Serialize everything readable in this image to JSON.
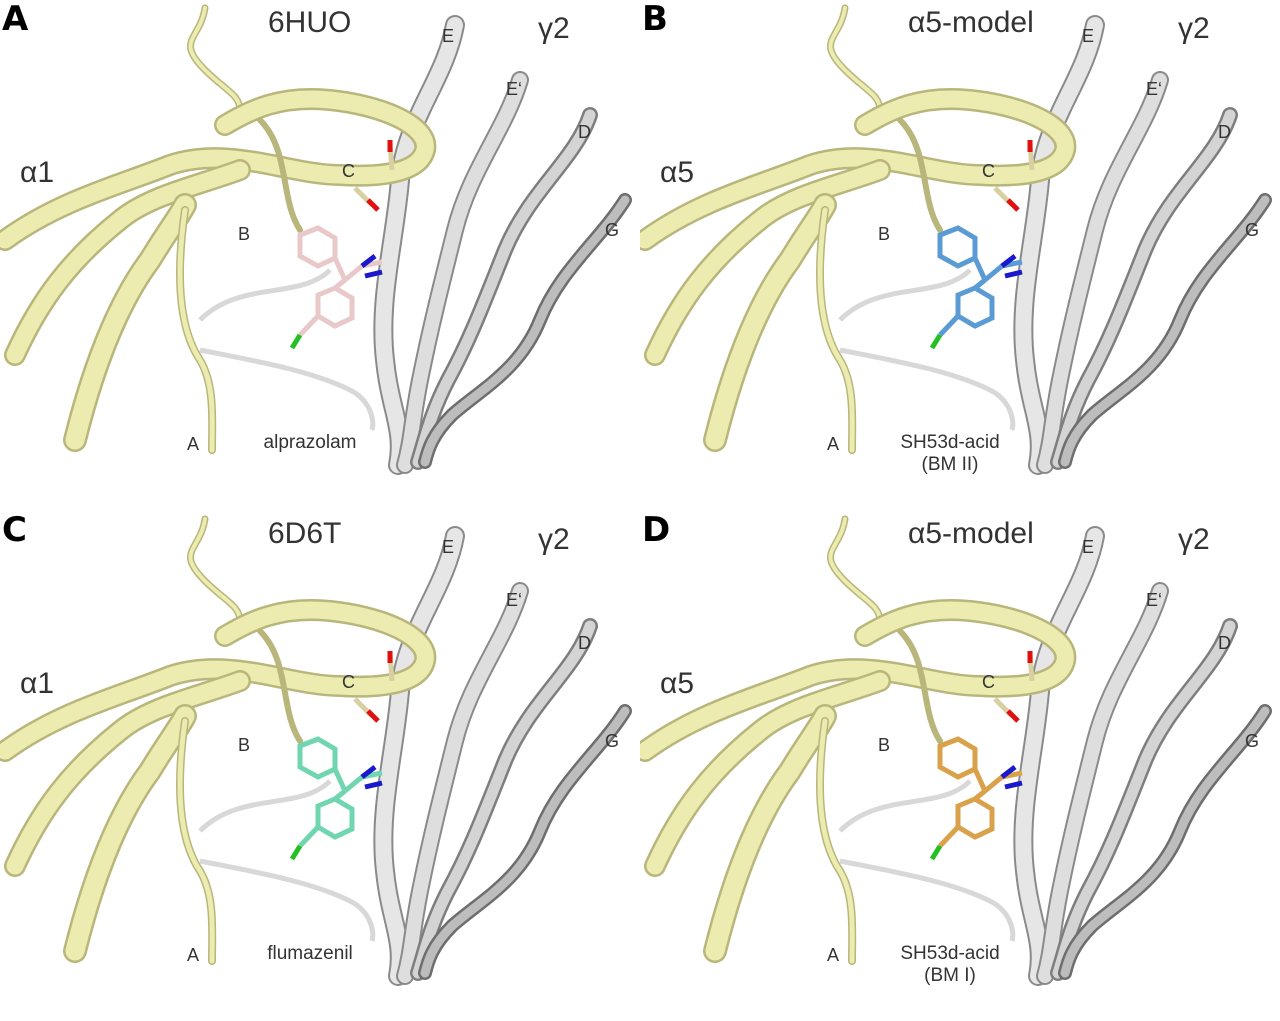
{
  "panels": [
    {
      "letter": "A",
      "structure": "6HUO",
      "subunit_left": "α1",
      "subunit_right": "γ2",
      "ligand": [
        "alprazolam"
      ],
      "ligand_color": "#e8c8c8",
      "strands": {
        "A": "A",
        "B": "B",
        "C": "C",
        "D": "D",
        "E": "E",
        "E_prime": "E‘",
        "G": "G"
      }
    },
    {
      "letter": "B",
      "structure": "α5-model",
      "subunit_left": "α5",
      "subunit_right": "γ2",
      "ligand": [
        "SH53d-acid",
        "(BM II)"
      ],
      "ligand_color": "#5b9bd5",
      "strands": {
        "A": "A",
        "B": "B",
        "C": "C",
        "D": "D",
        "E": "E",
        "E_prime": "E‘",
        "G": "G"
      }
    },
    {
      "letter": "C",
      "structure": "6D6T",
      "subunit_left": "α1",
      "subunit_right": "γ2",
      "ligand": [
        "flumazenil"
      ],
      "ligand_color": "#6fd6b0",
      "strands": {
        "A": "A",
        "B": "B",
        "C": "C",
        "D": "D",
        "E": "E",
        "E_prime": "E‘",
        "G": "G"
      }
    },
    {
      "letter": "D",
      "structure": "α5-model",
      "subunit_left": "α5",
      "subunit_right": "γ2",
      "ligand": [
        "SH53d-acid",
        "(BM I)"
      ],
      "ligand_color": "#d9a24a",
      "strands": {
        "A": "A",
        "B": "B",
        "C": "C",
        "D": "D",
        "E": "E",
        "E_prime": "E‘",
        "G": "G"
      }
    }
  ],
  "colors": {
    "alpha_ribbon": "#ecebb0",
    "alpha_ribbon_edge": "#b8b67a",
    "gamma_ribbon": "#e6e6e6",
    "gamma_ribbon_edge": "#8a8a8a",
    "oxygen": "#e01010",
    "nitrogen": "#1a1acc",
    "chlorine": "#22c022"
  }
}
